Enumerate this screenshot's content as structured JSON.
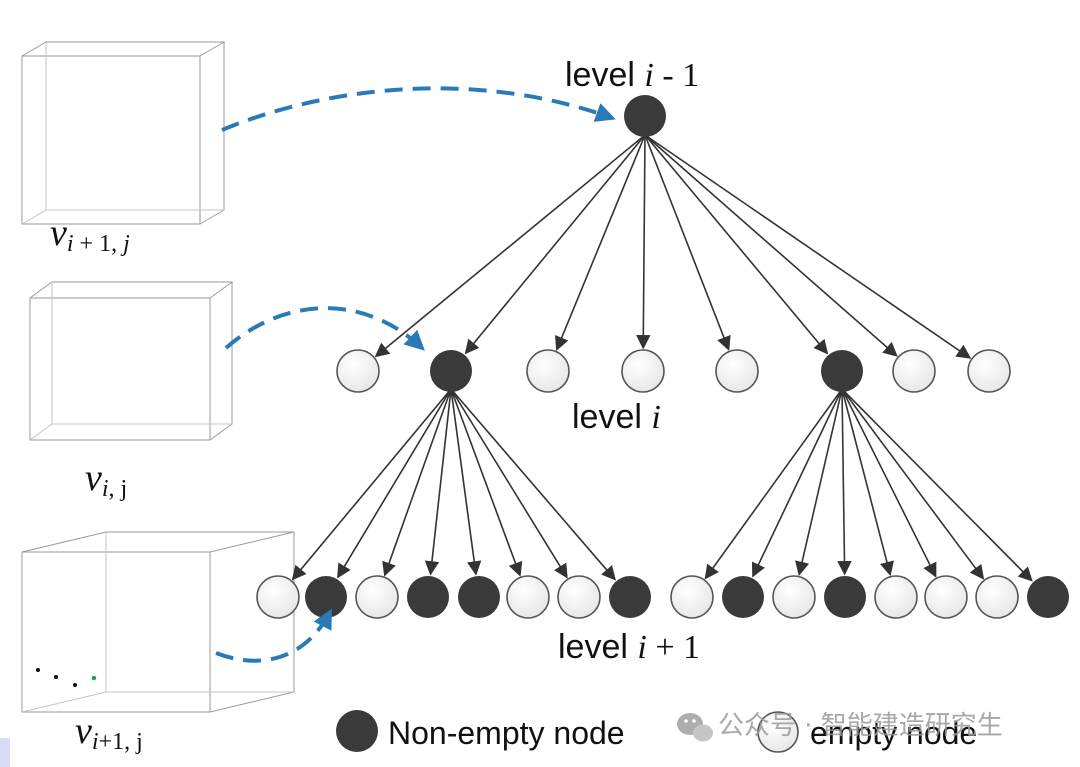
{
  "levels": {
    "top": {
      "prefix": "level ",
      "var": "i",
      "suffix": " - 1"
    },
    "middle": {
      "prefix": "level ",
      "var": "i",
      "suffix": ""
    },
    "bottom": {
      "prefix": "level ",
      "var": "i",
      "suffix": " + 1"
    }
  },
  "tree": {
    "root": "filled",
    "level_i": [
      "empty",
      "filled",
      "empty",
      "empty",
      "empty",
      "filled",
      "empty",
      "empty"
    ],
    "level_i_plus_1_left": [
      "empty",
      "filled",
      "empty",
      "filled",
      "filled",
      "empty",
      "empty",
      "filled"
    ],
    "level_i_plus_1_right": [
      "empty",
      "filled",
      "empty",
      "filled",
      "empty",
      "empty",
      "empty",
      "filled"
    ]
  },
  "panels": [
    {
      "var": "v",
      "sub_i": "i",
      "sub_rest": " + 1, ",
      "sub_j": "j",
      "dot_colors": [
        "#e11d1d",
        "#d6f226",
        "#1aa33a",
        "#1f55a6",
        "#e8702a"
      ]
    },
    {
      "var": "v",
      "sub_i": "i",
      "sub_rest": ", j",
      "sub_j": "",
      "dot_colors": [
        "#d6f226",
        "#1f55a6",
        "#e8702a"
      ]
    },
    {
      "var": "v",
      "sub_i": "i",
      "sub_rest": "+1, j",
      "sub_j": "",
      "dot_colors": [
        "#d6f226",
        "#111111",
        "#1aa33a"
      ]
    }
  ],
  "legend": {
    "filled_label": "Non-empty node",
    "empty_label": "empty node"
  },
  "watermark": {
    "text": "公众号 · 智能建造研究生",
    "icon": "wechat-icon"
  },
  "colors": {
    "filled": "#3a3a3a",
    "empty_fill": "#f4f4f4",
    "edge": "#333333",
    "arrow": "#2a7ab8"
  }
}
